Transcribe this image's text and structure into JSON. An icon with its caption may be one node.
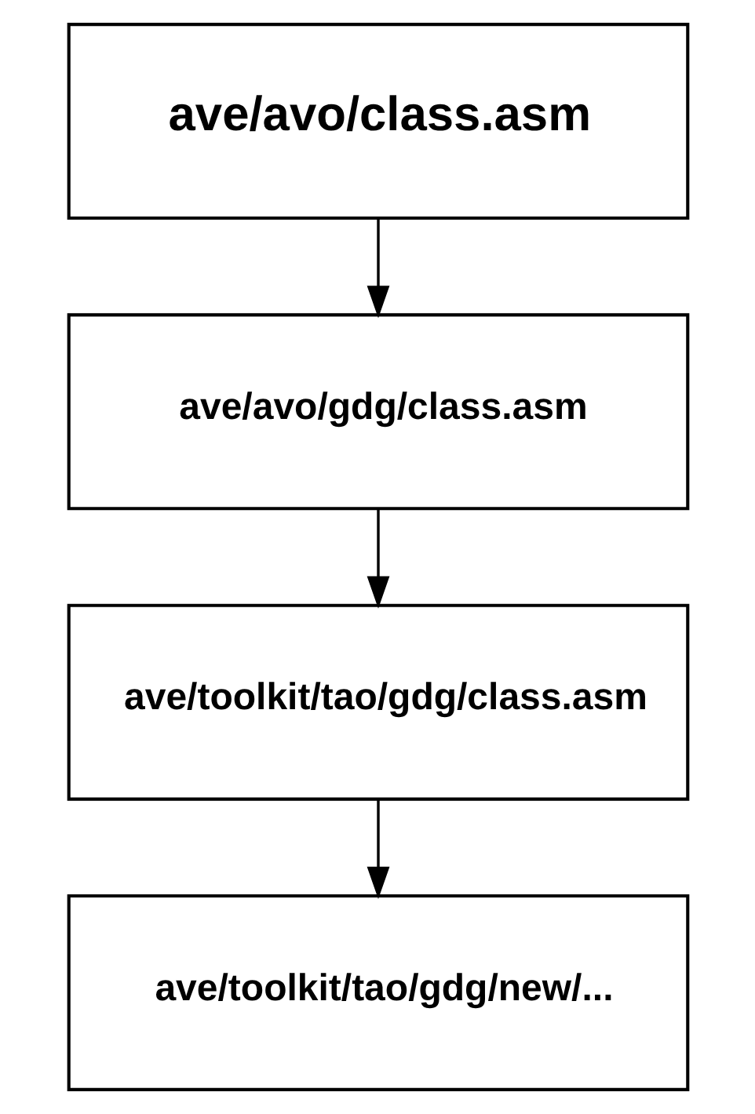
{
  "diagram": {
    "nodes": [
      {
        "text": [
          "ave/avo/class.asm"
        ]
      },
      {
        "text": [
          "ave/avo/gdg/class.asm"
        ]
      },
      {
        "text": [
          "ave/toolkit/tao/gdg/class.asm"
        ]
      },
      {
        "text": [
          "ave/toolkit/tao/gdg/new/..."
        ]
      }
    ],
    "edges": [
      {
        "from": 0,
        "to": 1,
        "arrow": "to"
      },
      {
        "from": 1,
        "to": 2,
        "arrow": "to"
      },
      {
        "from": 2,
        "to": 3,
        "arrow": "to"
      }
    ]
  }
}
